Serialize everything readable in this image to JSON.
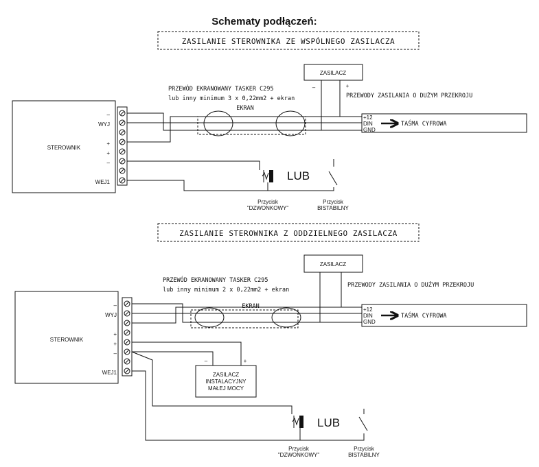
{
  "title": "Schematy podłączeń:",
  "sections": [
    {
      "header": "ZASILANIE STEROWNIKA ZE WSPÓLNEGO ZASILACZA",
      "controller": "STEROWNIK",
      "pins": [
        "–",
        "WYJ",
        "+",
        "+",
        "–",
        "WEJ1"
      ],
      "psu": "ZASILACZ",
      "psu_minus": "–",
      "psu_plus": "+",
      "cable_line1": "PRZEWÓD EKRANOWANY TASKER C295",
      "cable_line2": "lub inny minimum 3 x 0,22mm2 + ekran",
      "shield": "EKRAN",
      "power_wires": "PRZEWODY ZASILANIA O DUŻYM PRZEKROJU",
      "strip_pins": [
        "+12",
        "DIN",
        "GND"
      ],
      "strip": "TAŚMA CYFROWA",
      "or": "LUB",
      "button1": [
        "Przycisk",
        "\"DZWONKOWY\""
      ],
      "button2": [
        "Przycisk",
        "BISTABILNY"
      ]
    },
    {
      "header": "ZASILANIE STEROWNIKA Z ODDZIELNEGO ZASILACZA",
      "controller": "STEROWNIK",
      "pins": [
        "–",
        "WYJ",
        "+",
        "+",
        "–",
        "WEJ1"
      ],
      "psu": "ZASILACZ",
      "cable_line1": "PRZEWÓD EKRANOWANY TASKER C295",
      "cable_line2": "lub inny minimum 2 x 0,22mm2 + ekran",
      "shield": "EKRAN",
      "power_wires": "PRZEWODY ZASILANIA O DUŻYM PRZEKROJU",
      "strip_pins": [
        "+12",
        "DIN",
        "GND"
      ],
      "strip": "TAŚMA CYFROWA",
      "small_psu": [
        "ZASILACZ",
        "INSTALACYJNY",
        "MAŁEJ MOCY"
      ],
      "small_psu_minus": "–",
      "small_psu_plus": "+",
      "or": "LUB",
      "button1": [
        "Przycisk",
        "\"DZWONKOWY\""
      ],
      "button2": [
        "Przycisk",
        "BISTABILNY"
      ]
    }
  ]
}
